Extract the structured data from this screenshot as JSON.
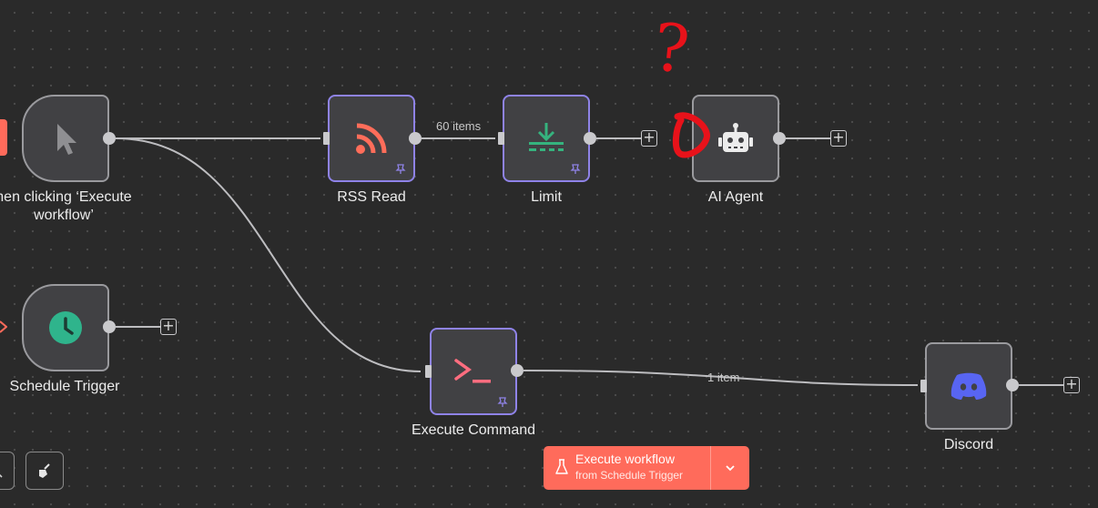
{
  "nodes": {
    "manual_trigger": {
      "label_line1": "hen clicking ‘Execute",
      "label_line2": "workflow’",
      "icon": "cursor-icon"
    },
    "schedule_trigger": {
      "label": "Schedule Trigger",
      "icon": "clock-icon"
    },
    "rss_read": {
      "label": "RSS Read",
      "icon": "rss-icon",
      "pinned": true
    },
    "limit": {
      "label": "Limit",
      "icon": "limit-download-icon",
      "pinned": true
    },
    "ai_agent": {
      "label": "AI Agent",
      "icon": "robot-icon"
    },
    "execute_command": {
      "label": "Execute Command",
      "icon": "terminal-icon",
      "pinned": true
    },
    "discord": {
      "label": "Discord",
      "icon": "discord-icon"
    }
  },
  "edges": {
    "rss_to_limit": "60 items",
    "exec_to_discord": "1 item"
  },
  "add_node_symbol": "+",
  "annotation": {
    "question_mark": "?"
  },
  "execute_button": {
    "title": "Execute workflow",
    "subtitle": "from Schedule Trigger"
  },
  "colors": {
    "canvas": "#2a2a2a",
    "node_fill": "#414144",
    "pinned_border": "#8f83e8",
    "accent": "#ff6b5b",
    "rss": "#ff6d5a",
    "limit": "#35b37e",
    "clock": "#2fb48c",
    "discord": "#5865f2",
    "annotation_red": "#e8121a"
  }
}
